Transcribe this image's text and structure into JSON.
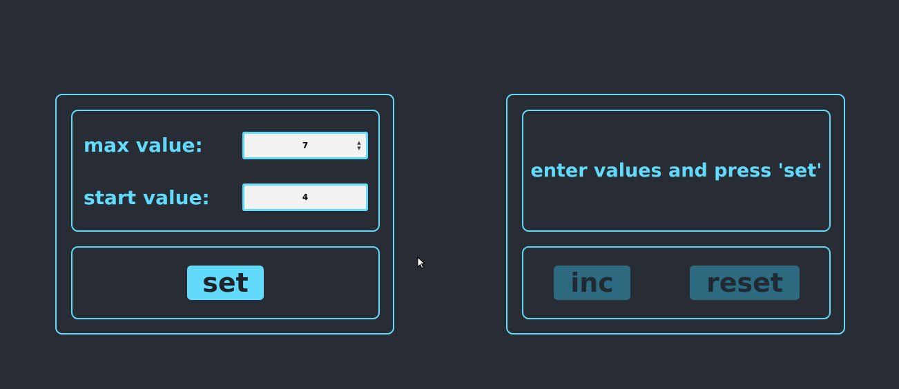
{
  "settings": {
    "max_label": "max value:",
    "max_value": "7",
    "start_label": "start value:",
    "start_value": "4",
    "set_label": "set"
  },
  "counter": {
    "message": "enter values and press 'set'",
    "inc_label": "inc",
    "reset_label": "reset",
    "buttons_disabled": true
  },
  "colors": {
    "background": "#282c34",
    "accent": "#61dafb",
    "disabled_button": "#2e6b80"
  },
  "icons": {
    "spinner": "number-spinner-icon",
    "cursor": "mouse-pointer-icon"
  }
}
